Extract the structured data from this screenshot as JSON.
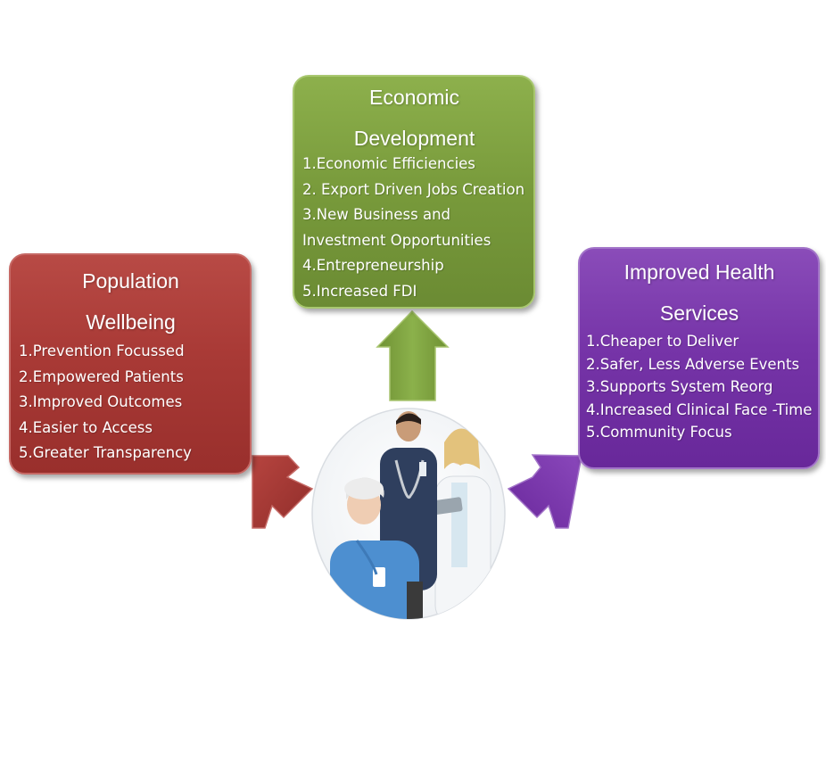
{
  "boxes": {
    "economic": {
      "title_line1": "Economic",
      "title_line2": "Development",
      "items": [
        "1.Economic Efficiencies",
        "2. Export Driven Jobs Creation",
        "3.New Business and",
        "Investment Opportunities",
        "4.Entrepreneurship",
        "5.Increased FDI"
      ],
      "color": "#789a3b"
    },
    "population": {
      "title_line1": "Population",
      "title_line2": "Wellbeing",
      "items": [
        "1.Prevention Focussed",
        "2.Empowered Patients",
        "3.Improved Outcomes",
        "4.Easier to Access",
        "5.Greater Transparency"
      ],
      "color": "#a93a36"
    },
    "health": {
      "title_line1": "Improved Health",
      "title_line2": "Services",
      "items": [
        "1.Cheaper to Deliver",
        "2.Safer, Less Adverse Events",
        "3.Supports System Reorg",
        "4.Increased Clinical Face -Time",
        "5.Community Focus"
      ],
      "color": "#7634a8"
    }
  },
  "center_image": {
    "description": "healthcare-workers-with-patient-photo"
  }
}
